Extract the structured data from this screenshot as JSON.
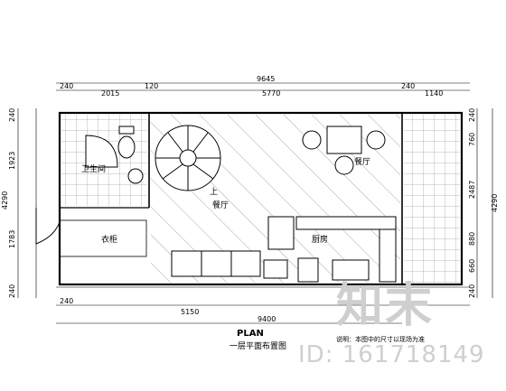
{
  "dims_top": [
    "240",
    "2015",
    "120",
    "5770",
    "240",
    "1140"
  ],
  "dim_top_total": "9645",
  "dims_bottom": [
    "240",
    "5150",
    "9400"
  ],
  "dims_left": [
    "240",
    "1923",
    "4290",
    "1783",
    "240"
  ],
  "dims_right": [
    "240",
    "760",
    "2487",
    "4290",
    "880",
    "660",
    "240"
  ],
  "rooms": {
    "bathroom": "卫生间",
    "restaurant": "餐厅",
    "kitchen": "厨房",
    "dining": "餐厅",
    "closet": "衣柜",
    "up": "上"
  },
  "title_en": "PLAN",
  "title_cn": "一层平面布置图",
  "note": "说明：本图中的尺寸以现场为准",
  "watermark_logo": "知末",
  "watermark_id": "ID: 161718149"
}
